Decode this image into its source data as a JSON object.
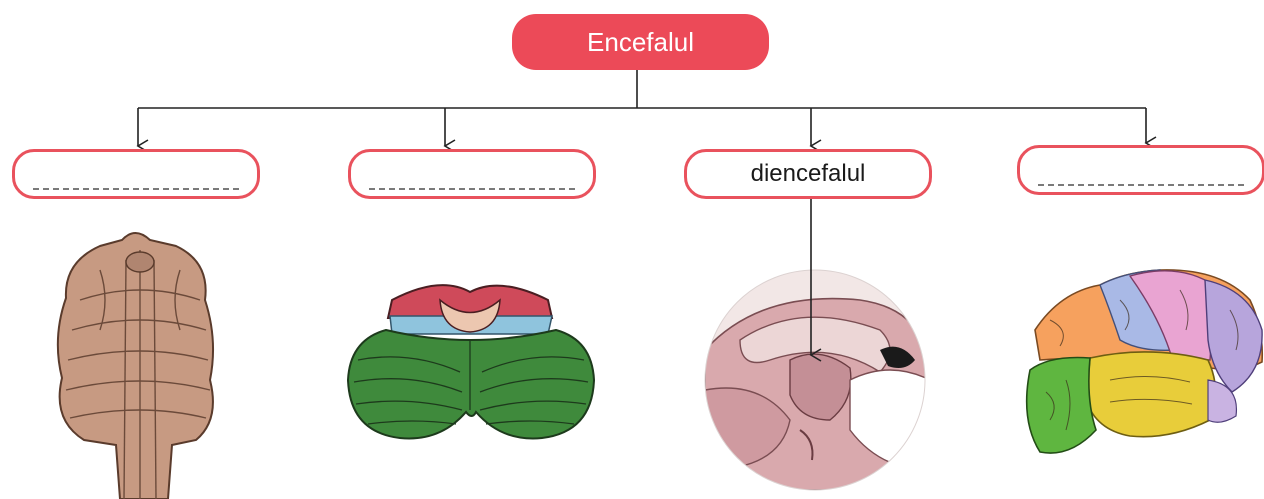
{
  "diagram": {
    "root": {
      "label": "Encefalul"
    },
    "children": [
      {
        "label": "",
        "blank": true
      },
      {
        "label": "",
        "blank": true
      },
      {
        "label": "diencefalul",
        "blank": false
      },
      {
        "label": "",
        "blank": true
      }
    ],
    "illustrations": [
      "brainstem-illustration",
      "cerebellum-illustration",
      "diencephalon-illustration",
      "cerebrum-illustration"
    ]
  },
  "colors": {
    "root_fill": "#ec4a58",
    "child_border": "#e9525d",
    "connector": "#222222"
  }
}
